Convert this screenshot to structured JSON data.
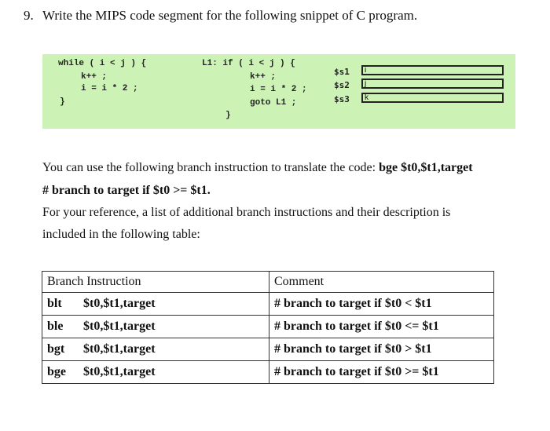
{
  "question": {
    "number": "9.",
    "text": "Write the MIPS code segment for the following snippet of C program."
  },
  "c_code": {
    "lines": [
      "while ( i < j ) {",
      "k++ ;",
      "i = i * 2 ;",
      "}"
    ]
  },
  "pseudo_code": {
    "lines": [
      "L1: if ( i < j ) {",
      "k++ ;",
      "i = i * 2 ;",
      "goto L1 ;",
      "}"
    ]
  },
  "registers": [
    {
      "name": "$s1",
      "var": "i"
    },
    {
      "name": "$s2",
      "var": "j"
    },
    {
      "name": "$s3",
      "var": "k"
    }
  ],
  "paragraph": {
    "line1_text": "You can use the following branch instruction to translate the code: ",
    "line1_bold": "bge $t0,$t1,target",
    "line2_bold": "# branch to target if  $t0 >= $t1.",
    "line3": "For your reference, a list of additional branch instructions and their description is",
    "line4": "included in the following table:"
  },
  "table": {
    "headers": [
      "Branch Instruction",
      "Comment"
    ],
    "rows": [
      {
        "op": "blt",
        "args": "$t0,$t1,target",
        "comment": "# branch to target if  $t0 < $t1"
      },
      {
        "op": "ble",
        "args": "$t0,$t1,target",
        "comment": "# branch to target if  $t0 <= $t1"
      },
      {
        "op": "bgt",
        "args": "$t0,$t1,target",
        "comment": "# branch to target if  $t0 > $t1"
      },
      {
        "op": "bge",
        "args": "$t0,$t1,target",
        "comment": "# branch to target if  $t0 >= $t1"
      }
    ]
  }
}
